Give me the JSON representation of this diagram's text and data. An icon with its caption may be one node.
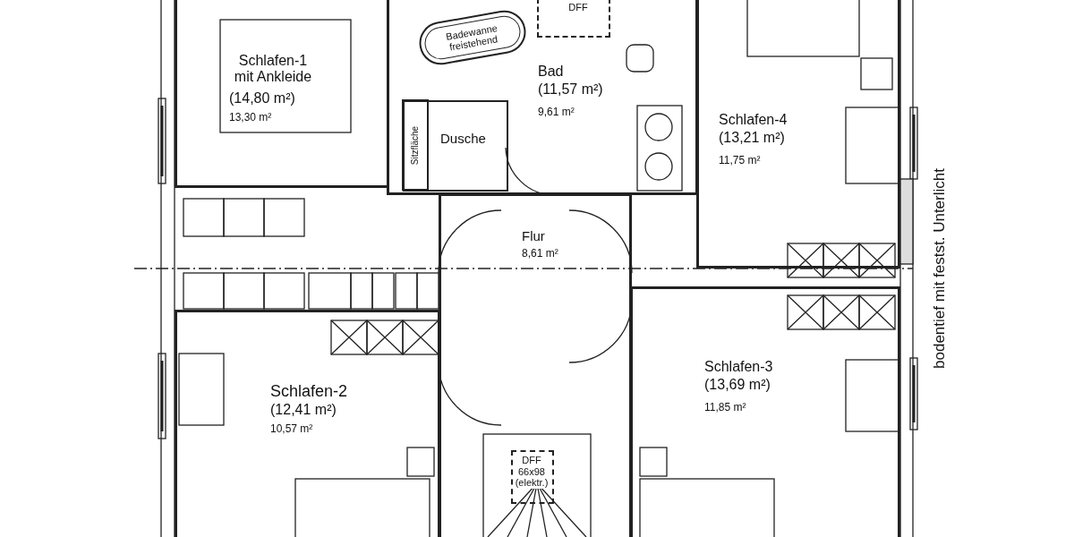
{
  "diagram": {
    "nodes": [
      {
        "text": [
          "Schlafen-1 mit Ankleide",
          "(14,80 m²)",
          "13,30 m²"
        ]
      },
      {
        "text": [
          "Bad",
          "(11,57 m²)",
          "9,61 m²"
        ]
      },
      {
        "text": [
          "Badewanne freistehend"
        ],
        "in": 1
      },
      {
        "text": [
          "DFF"
        ],
        "in": 1
      },
      {
        "text": [
          "Dusche"
        ],
        "in": 1
      },
      {
        "text": [
          "Sitzfläche"
        ],
        "in": 4
      },
      {
        "text": [
          "Schlafen-4",
          "(13,21 m²)",
          "11,75 m²"
        ]
      },
      {
        "text": [
          "Flur",
          "8,61 m²"
        ]
      },
      {
        "text": [
          "DFF 66x98 (elektr.)"
        ],
        "in": 7
      },
      {
        "text": [
          "Schlafen-2",
          "(12,41 m²)",
          "10,57 m²"
        ]
      },
      {
        "text": [
          "Schlafen-3",
          "(13,69 m²)",
          "11,85 m²"
        ]
      }
    ],
    "labels": [
      "bodentief mit festst. Unterlicht"
    ]
  }
}
